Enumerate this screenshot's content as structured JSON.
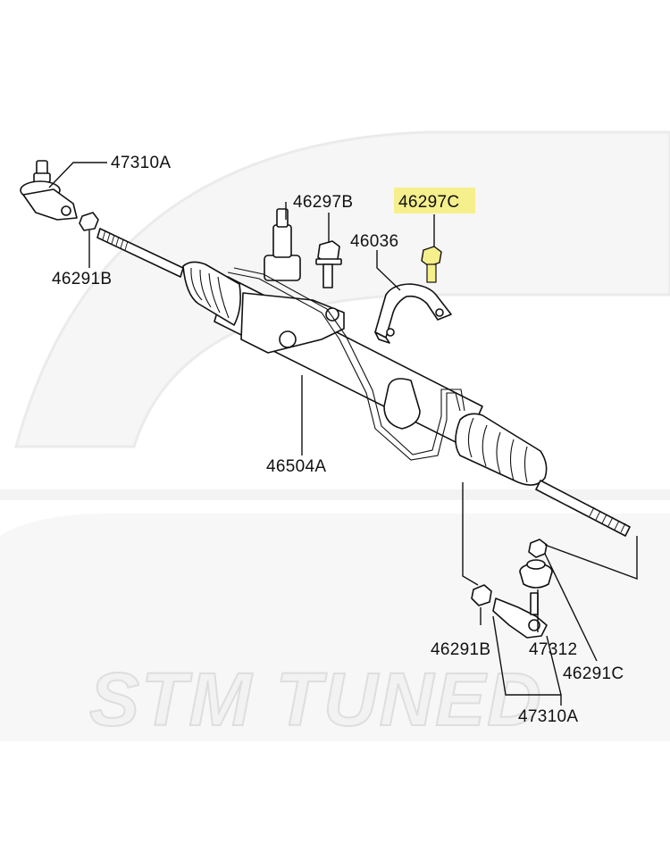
{
  "diagram": {
    "parts": [
      {
        "id": "tie-rod-end-left",
        "label": "47310A"
      },
      {
        "id": "lock-nut-left",
        "label": "46291B"
      },
      {
        "id": "bolt",
        "label": "46297B"
      },
      {
        "id": "bracket",
        "label": "46036"
      },
      {
        "id": "bolt-highlight",
        "label": "46297C"
      },
      {
        "id": "rack-assembly",
        "label": "46504A"
      },
      {
        "id": "lock-nut-right",
        "label": "46291B"
      },
      {
        "id": "boot-seal",
        "label": "47312"
      },
      {
        "id": "nut-right",
        "label": "46291C"
      },
      {
        "id": "tie-rod-end-right",
        "label": "47310A"
      }
    ],
    "highlight_color": "#f5ef8c",
    "watermark": "STM TUNED"
  }
}
